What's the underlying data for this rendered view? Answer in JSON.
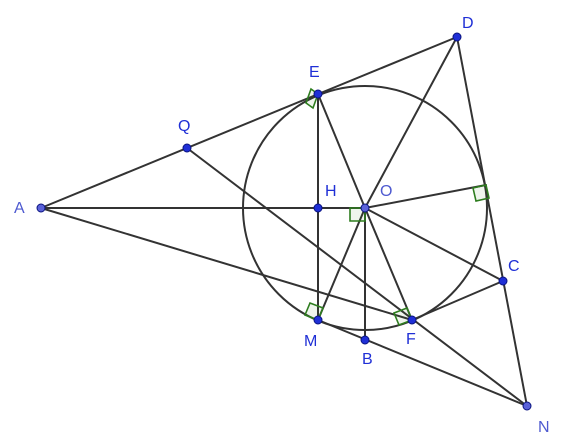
{
  "diagram": {
    "colors": {
      "line": "#333333",
      "point": "#1f2fd6",
      "point_outline": "#0a1480",
      "point_light": "#5b62d9",
      "label": "#1f2fd6",
      "label_light": "#4e5ad0",
      "right_angle": "#2e7d1f"
    },
    "labels": {
      "D": "D",
      "E": "E",
      "Q": "Q",
      "A": "A",
      "H": "H",
      "O": "O",
      "C": "C",
      "M": "M",
      "F": "F",
      "B": "B",
      "N": "N"
    }
  }
}
